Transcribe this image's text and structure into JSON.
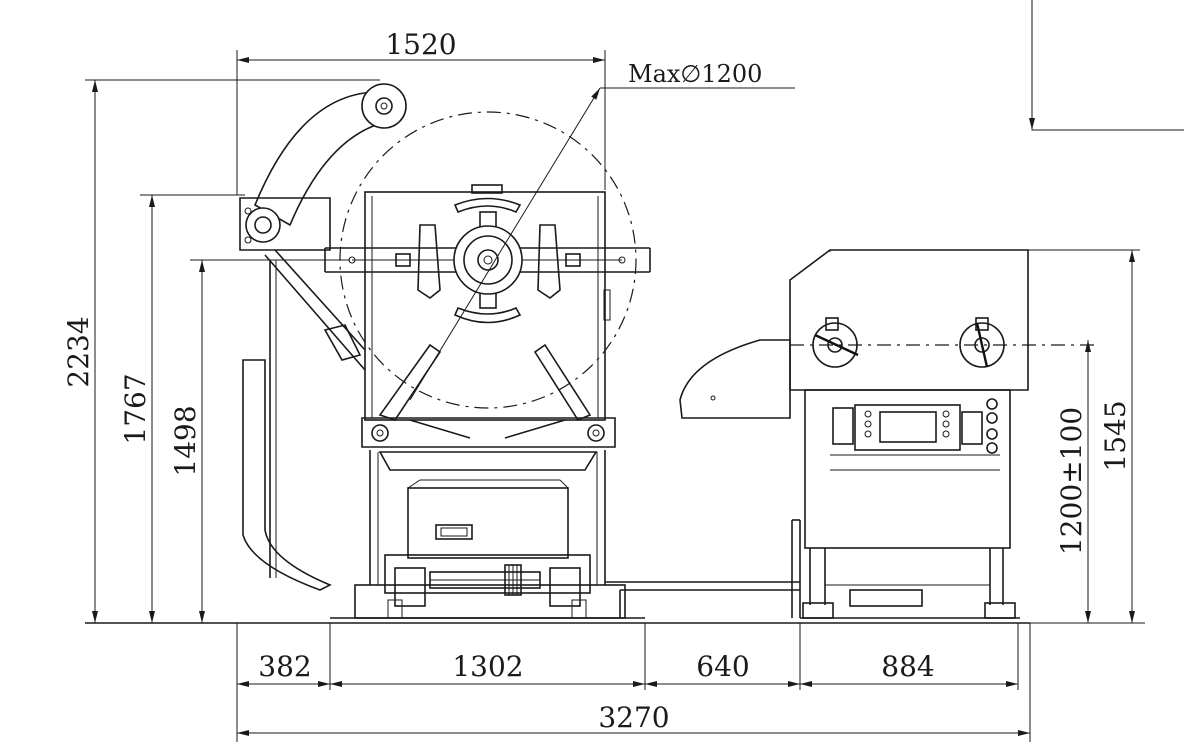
{
  "dimensions": {
    "top_width": "1520",
    "coil_max_diameter": "Max∅1200",
    "overall_height": "2234",
    "arm_height": "1767",
    "mandrel_height": "1498",
    "pass_line": "1200±100",
    "straightener_height": "1545",
    "seg_1": "382",
    "seg_2": "1302",
    "seg_3": "640",
    "seg_4": "884",
    "overall_length": "3270"
  },
  "colors": {
    "line": "#1a1a1a",
    "background": "#ffffff"
  }
}
